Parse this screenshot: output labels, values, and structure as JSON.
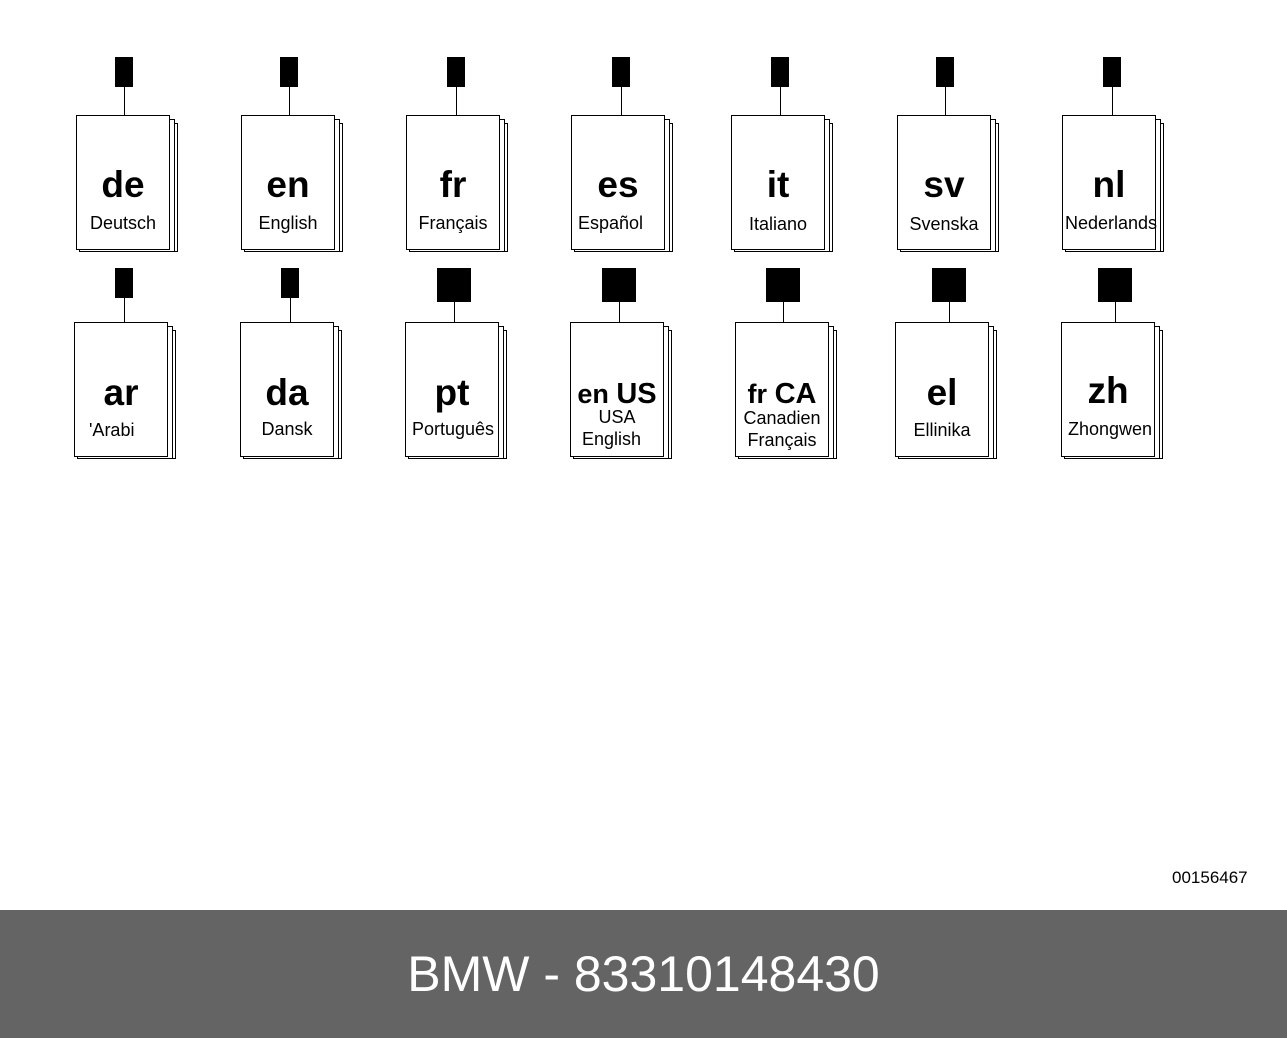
{
  "books": [
    {
      "code": "de",
      "name": "Deutsch"
    },
    {
      "code": "en",
      "name": "English"
    },
    {
      "code": "fr",
      "name": "Français"
    },
    {
      "code": "es",
      "name": "Español"
    },
    {
      "code": "it",
      "name": "Italiano"
    },
    {
      "code": "sv",
      "name": "Svenska"
    },
    {
      "code": "nl",
      "name": "Nederlands"
    },
    {
      "code": "ar",
      "name": "'Arabi"
    },
    {
      "code": "da",
      "name": "Dansk"
    },
    {
      "code": "pt",
      "name": "Português"
    },
    {
      "code": "en",
      "code2": "US",
      "name": "USA",
      "name2": "English"
    },
    {
      "code": "fr",
      "code2": "CA",
      "name": "Canadien",
      "name2": "Français"
    },
    {
      "code": "el",
      "name": "Ellinika"
    },
    {
      "code": "zh",
      "name": "Zhongwen"
    }
  ],
  "reference_number": "00156467",
  "footer": {
    "text": "BMW - 83310148430"
  }
}
